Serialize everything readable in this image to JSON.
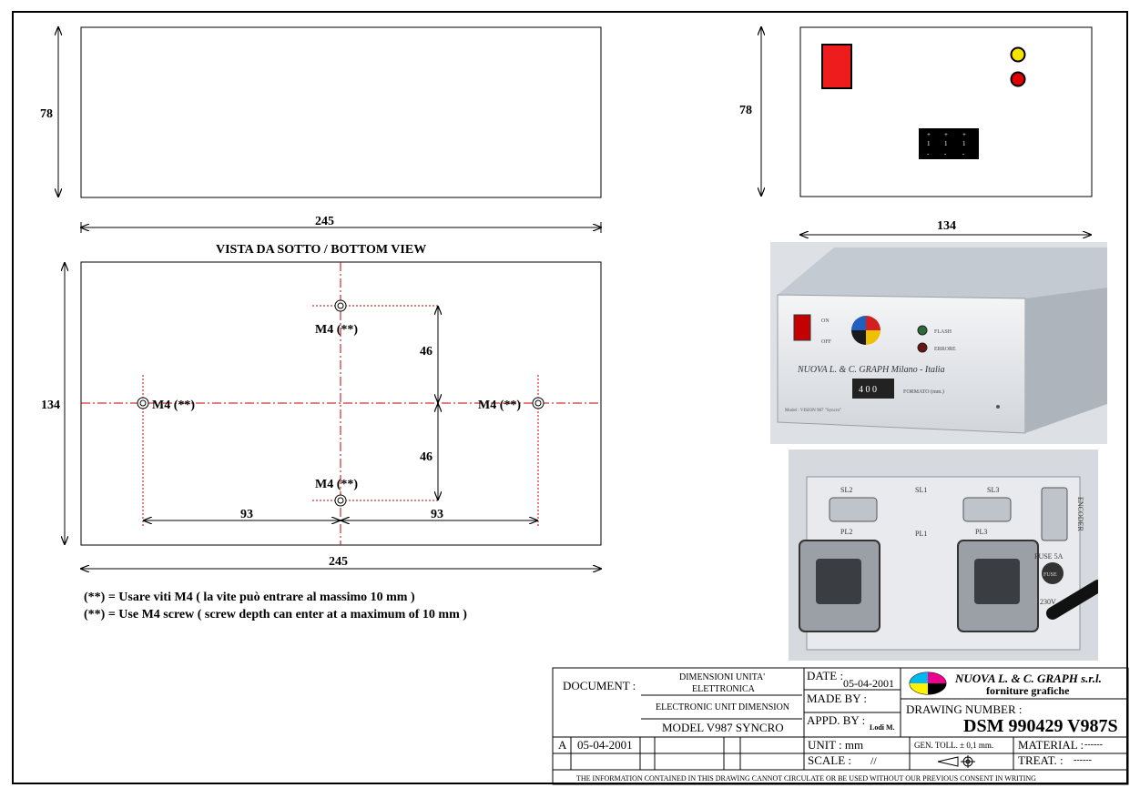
{
  "top_left_view": {
    "height_label": "78",
    "width_label": "245"
  },
  "top_right_view": {
    "height_label": "78",
    "width_label": "134"
  },
  "bottom_view": {
    "title": "VISTA DA SOTTO / BOTTOM VIEW",
    "height_label": "134",
    "width_label": "245",
    "hole_label_top": "M4 (**)",
    "hole_label_left": "M4 (**)",
    "hole_label_right": "M4 (**)",
    "hole_label_bottom": "M4 (**)",
    "dim_upper": "46",
    "dim_lower": "46",
    "dim_left": "93",
    "dim_right": "93"
  },
  "notes": {
    "line_it": "(**) = Usare viti M4 ( la vite può entrare al massimo 10 mm )",
    "line_en": "(**) = Use M4 screw ( screw depth can enter at a maximum of 10 mm )"
  },
  "photo_front": {
    "on": "ON",
    "off": "OFF",
    "flash": "FLASH",
    "errore": "ERRORE",
    "brand": "NUOVA L. & C. GRAPH  Milano - Italia",
    "digits": "4 0 0",
    "formato": "FORMATO (mm.)",
    "model": "Model : VISION 987 \"Syncro\""
  },
  "photo_rear": {
    "sl2": "SL2",
    "sl1": "SL1",
    "sl3": "SL3",
    "pl2": "PL2",
    "pl1": "PL1",
    "pl3": "PL3",
    "encoder": "ENCODER",
    "fuse_label": "FUSE 5A",
    "fuse": "FUSE",
    "v230": "230V"
  },
  "title_block": {
    "document_label": "DOCUMENT :",
    "doc_title_it_1": "DIMENSIONI UNITA'",
    "doc_title_it_2": "ELETTRONICA",
    "doc_title_en": "ELECTRONIC UNIT DIMENSION",
    "model": "MODEL V987 SYNCRO",
    "rev_letter": "A",
    "rev_date": "05-04-2001",
    "date_label": "DATE :",
    "date_value": "05-04-2001",
    "made_by_label": "MADE BY :",
    "appd_by_label": "APPD. BY :",
    "appd_by_value": "Lodi M.",
    "unit_label": "UNIT : mm",
    "scale_label": "SCALE :",
    "scale_value": "//",
    "company_name": "NUOVA L. & C. GRAPH s.r.l.",
    "company_sub": "forniture grafiche",
    "drawing_number_label": "DRAWING NUMBER  :",
    "drawing_number": "DSM 990429 V987S",
    "gen_toll": "GEN. TOLL.  ± 0,1 mm.",
    "material_label": "MATERIAL :",
    "material_value": "------",
    "treat_label": "TREAT.  :",
    "treat_value": "------",
    "footer": "THE INFORMATION CONTAINED IN THIS DRAWING CANNOT CIRCULATE OR BE USED WITHOUT OUR PREVIOUS CONSENT IN WRITING"
  },
  "colors": {
    "red_switch": "#ee1c1c",
    "yellow_led": "#f5e400",
    "red_led": "#e00000",
    "dim_red": "#c00000"
  }
}
